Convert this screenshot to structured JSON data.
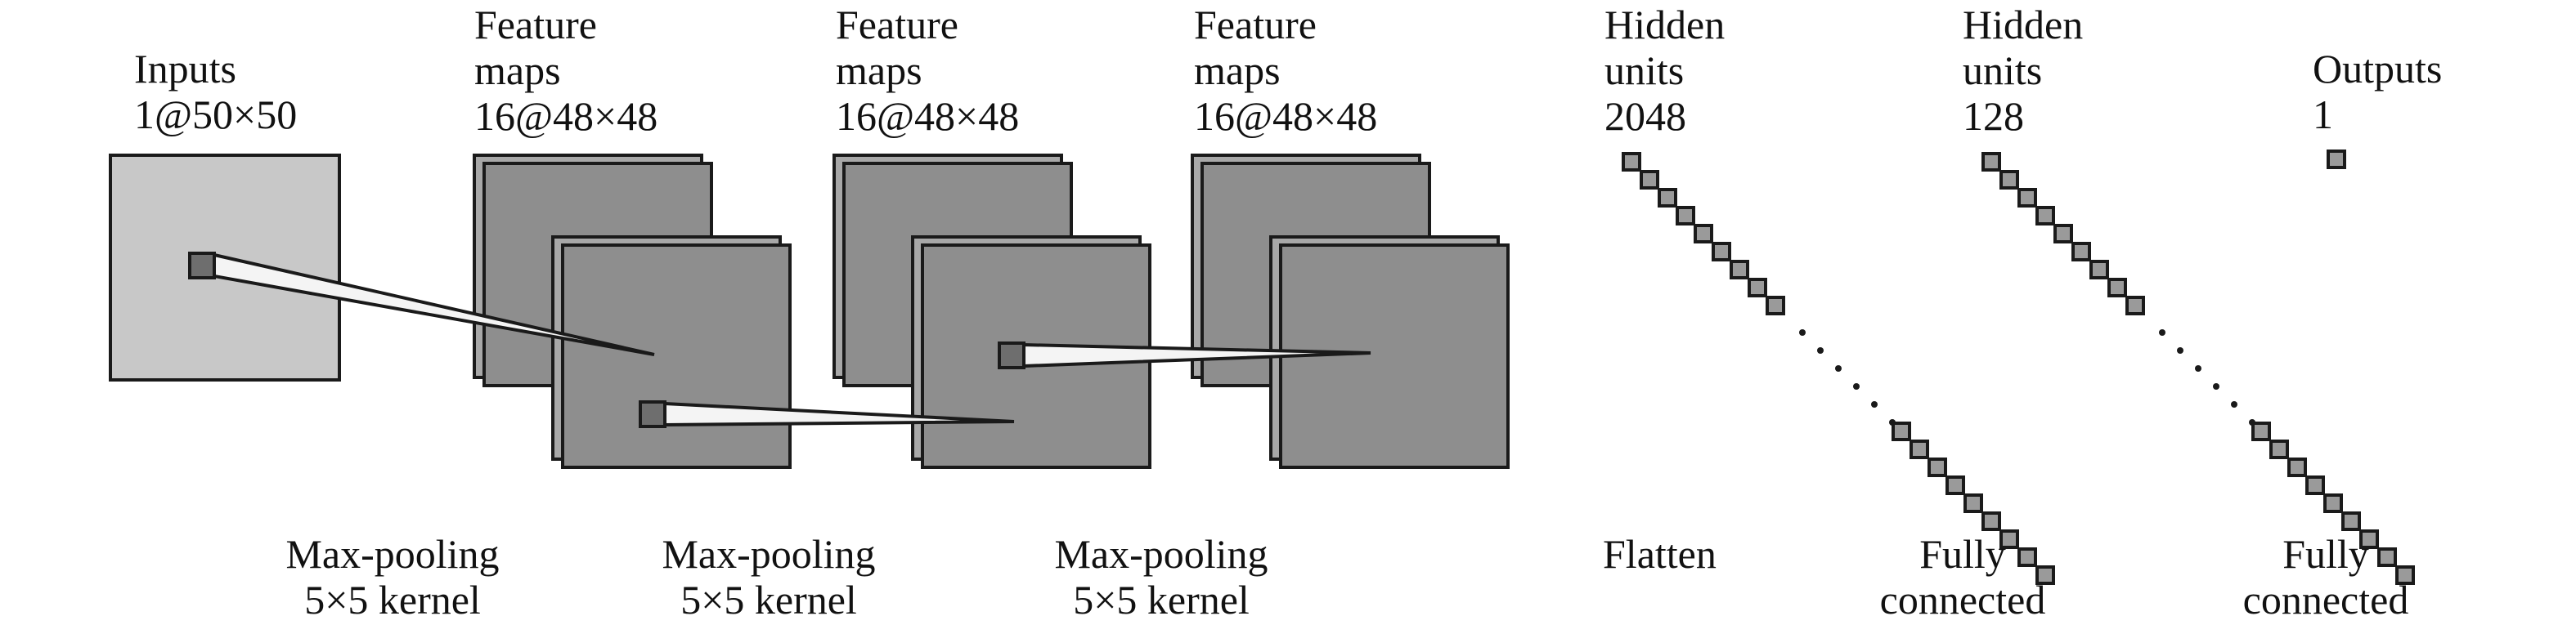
{
  "diagram": {
    "labels": {
      "inputs": {
        "line1": "Inputs",
        "line2": "1@50×50"
      },
      "fm1": {
        "line1": "Feature",
        "line2": "maps",
        "line3": "16@48×48"
      },
      "fm2": {
        "line1": "Feature",
        "line2": "maps",
        "line3": "16@48×48"
      },
      "fm3": {
        "line1": "Feature",
        "line2": "maps",
        "line3": "16@48×48"
      },
      "hidden1": {
        "line1": "Hidden",
        "line2": "units",
        "line3": "2048"
      },
      "hidden2": {
        "line1": "Hidden",
        "line2": "units",
        "line3": "128"
      },
      "outputs": {
        "line1": "Outputs",
        "line2": "1"
      }
    },
    "operations": {
      "pool1": {
        "line1": "Max-pooling",
        "line2": "5×5 kernel"
      },
      "pool2": {
        "line1": "Max-pooling",
        "line2": "5×5 kernel"
      },
      "pool3": {
        "line1": "Max-pooling",
        "line2": "5×5 kernel"
      },
      "flatten": {
        "line1": "Flatten"
      },
      "fc1": {
        "line1": "Fully",
        "line2": "connected"
      },
      "fc2": {
        "line1": "Fully",
        "line2": "connected"
      }
    },
    "colors": {
      "input_fill": "#c8c8c8",
      "map_fill": "#8e8e8e",
      "map_back_fill": "#a8a8a8",
      "stroke": "#1a1a1a",
      "node_fill": "#9a9a9a"
    }
  }
}
